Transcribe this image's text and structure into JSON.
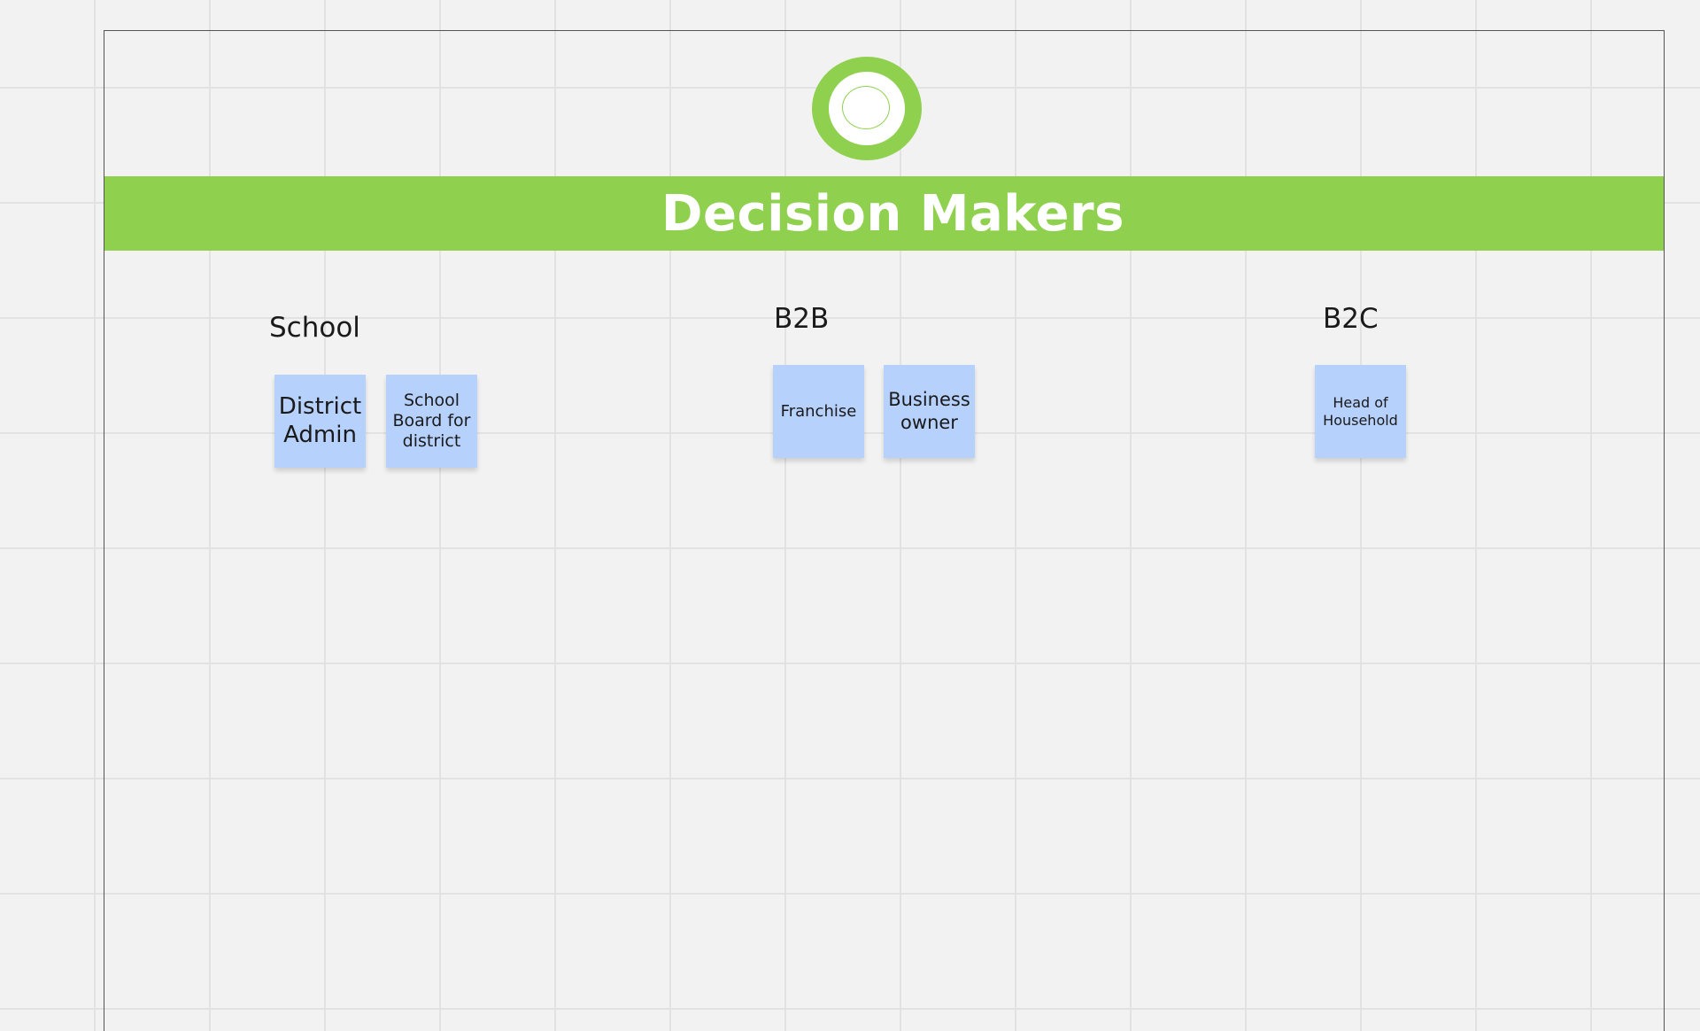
{
  "board": {
    "title": "Decision Makers",
    "accent_color": "#8fd14f",
    "sticky_color": "#b7d1fd",
    "badge_icon": "target-circle-icon"
  },
  "groups": [
    {
      "label": "School",
      "notes": [
        "District Admin",
        "School Board for district"
      ]
    },
    {
      "label": "B2B",
      "notes": [
        "Franchise",
        "Business owner"
      ]
    },
    {
      "label": "B2C",
      "notes": [
        "Head of Household"
      ]
    }
  ]
}
